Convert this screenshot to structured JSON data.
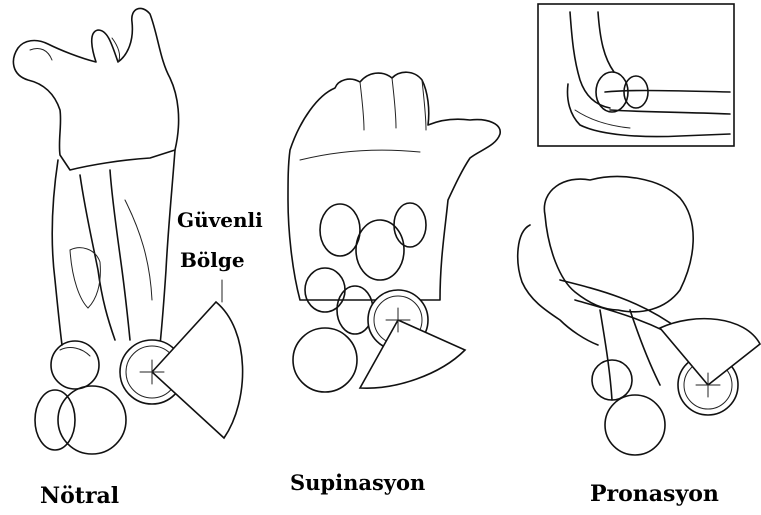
{
  "labels": {
    "neutral": "Nötral",
    "supination": "Supinasyon",
    "pronation": "Pronasyon",
    "safe_zone_line1": "Güvenli",
    "safe_zone_line2": "Bölge"
  }
}
